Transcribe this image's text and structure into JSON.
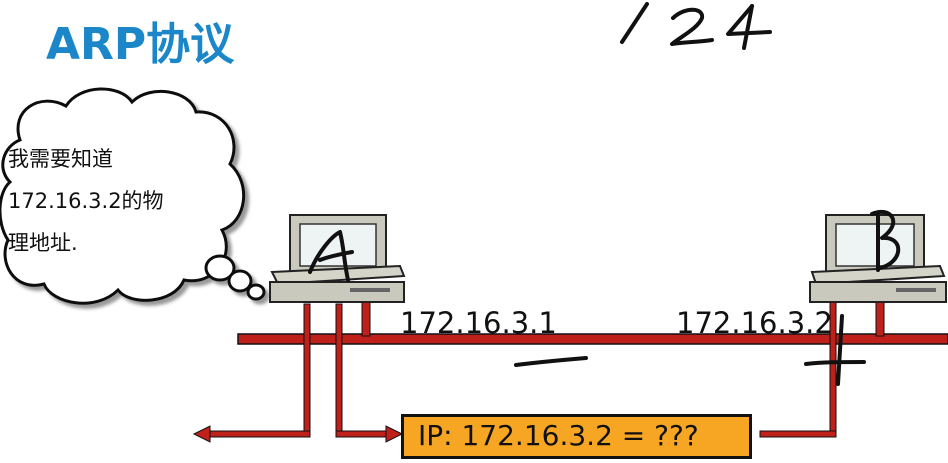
{
  "header": {
    "title": "ARP协议"
  },
  "handwriting": {
    "top_note": "/24",
    "host_a_mark": "A",
    "host_b_mark": "B"
  },
  "bubble": {
    "line1": "我需要知道",
    "line2": "172.16.3.2的物",
    "line3": "理地址."
  },
  "hosts": {
    "a_ip": "172.16.3.1",
    "b_ip": "172.16.3.2"
  },
  "packet": {
    "label": "IP: 172.16.3.2 = ???"
  },
  "colors": {
    "title": "#1b87c9",
    "wire": "#c0201a",
    "packet_fill": "#f6a623"
  }
}
